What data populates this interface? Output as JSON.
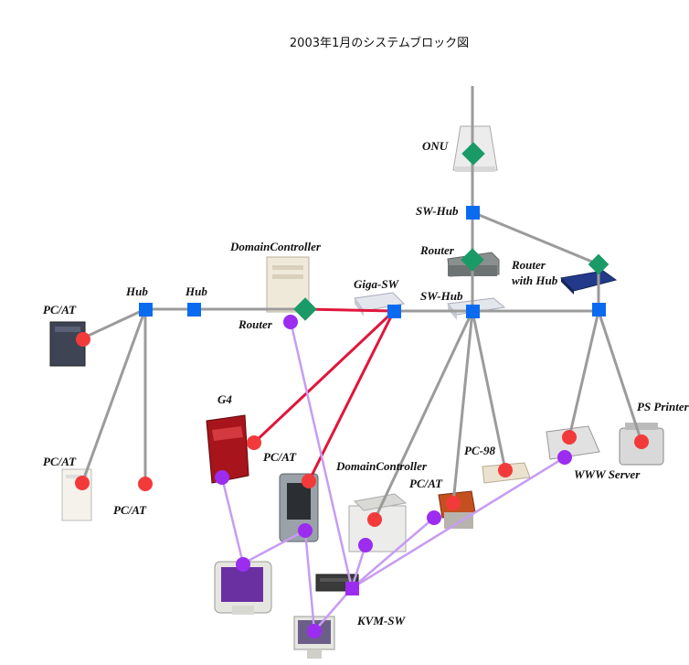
{
  "title": "2003年1月のシステムブロック図",
  "labels": {
    "onu": "ONU",
    "sw_hub_top": "SW-Hub",
    "router_top": "Router",
    "router_with_hub_1": "Router",
    "router_with_hub_2": "with Hub",
    "giga_sw": "Giga-SW",
    "sw_hub_mid": "SW-Hub",
    "domain_controller_top": "DomainController",
    "router_left": "Router",
    "hub_1": "Hub",
    "hub_2": "Hub",
    "pc_at_1": "PC/AT",
    "pc_at_2": "PC/AT",
    "pc_at_3": "PC/AT",
    "g4": "G4",
    "pc_at_4": "PC/AT",
    "domain_controller_bottom": "DomainController",
    "pc_at_5": "PC/AT",
    "pc_98": "PC-98",
    "www_server": "WWW Server",
    "ps_printer": "PS Printer",
    "kvm_sw": "KVM-SW"
  },
  "colors": {
    "ethernet": "#9b9b9b",
    "gigabit": "#e0163c",
    "kvm": "#c79cf2",
    "switch_node": "#0a6bf0",
    "router_node": "#1a9a66",
    "host_node": "#f33a3a",
    "kvm_node": "#9b2cf0"
  },
  "icons": {
    "router": "green-diamond",
    "switch": "blue-square",
    "host": "red-circle",
    "kvm_port": "purple-circle",
    "kvm_switch": "purple-square"
  }
}
